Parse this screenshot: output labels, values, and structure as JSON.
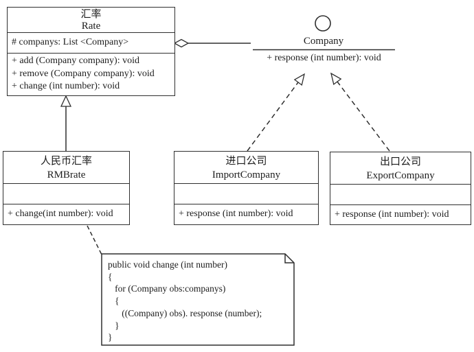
{
  "diagram": {
    "classes": {
      "rate": {
        "name_cn": "汇率",
        "name_en": "Rate",
        "attribute": "# companys: List <Company>",
        "methods": [
          "+ add (Company company): void",
          "+ remove (Company company): void",
          "+ change (int number): void"
        ]
      },
      "rmbrate": {
        "name_cn": "人民币汇率",
        "name_en": "RMBrate",
        "method": "+ change(int number): void"
      },
      "import_company": {
        "name_cn": "进口公司",
        "name_en": "ImportCompany",
        "method": "+ response (int number): void"
      },
      "export_company": {
        "name_cn": "出口公司",
        "name_en": "ExportCompany",
        "method": "+ response (int number): void"
      }
    },
    "interface": {
      "name": "Company",
      "method": "+ response (int number): void"
    },
    "note": {
      "code": "public void change (int number)\n{\n   for (Company obs:companys)\n   {\n      ((Company) obs). response (number);\n   }\n}"
    },
    "colors": {
      "stroke": "#2e2e2e",
      "background": "#ffffff"
    }
  }
}
